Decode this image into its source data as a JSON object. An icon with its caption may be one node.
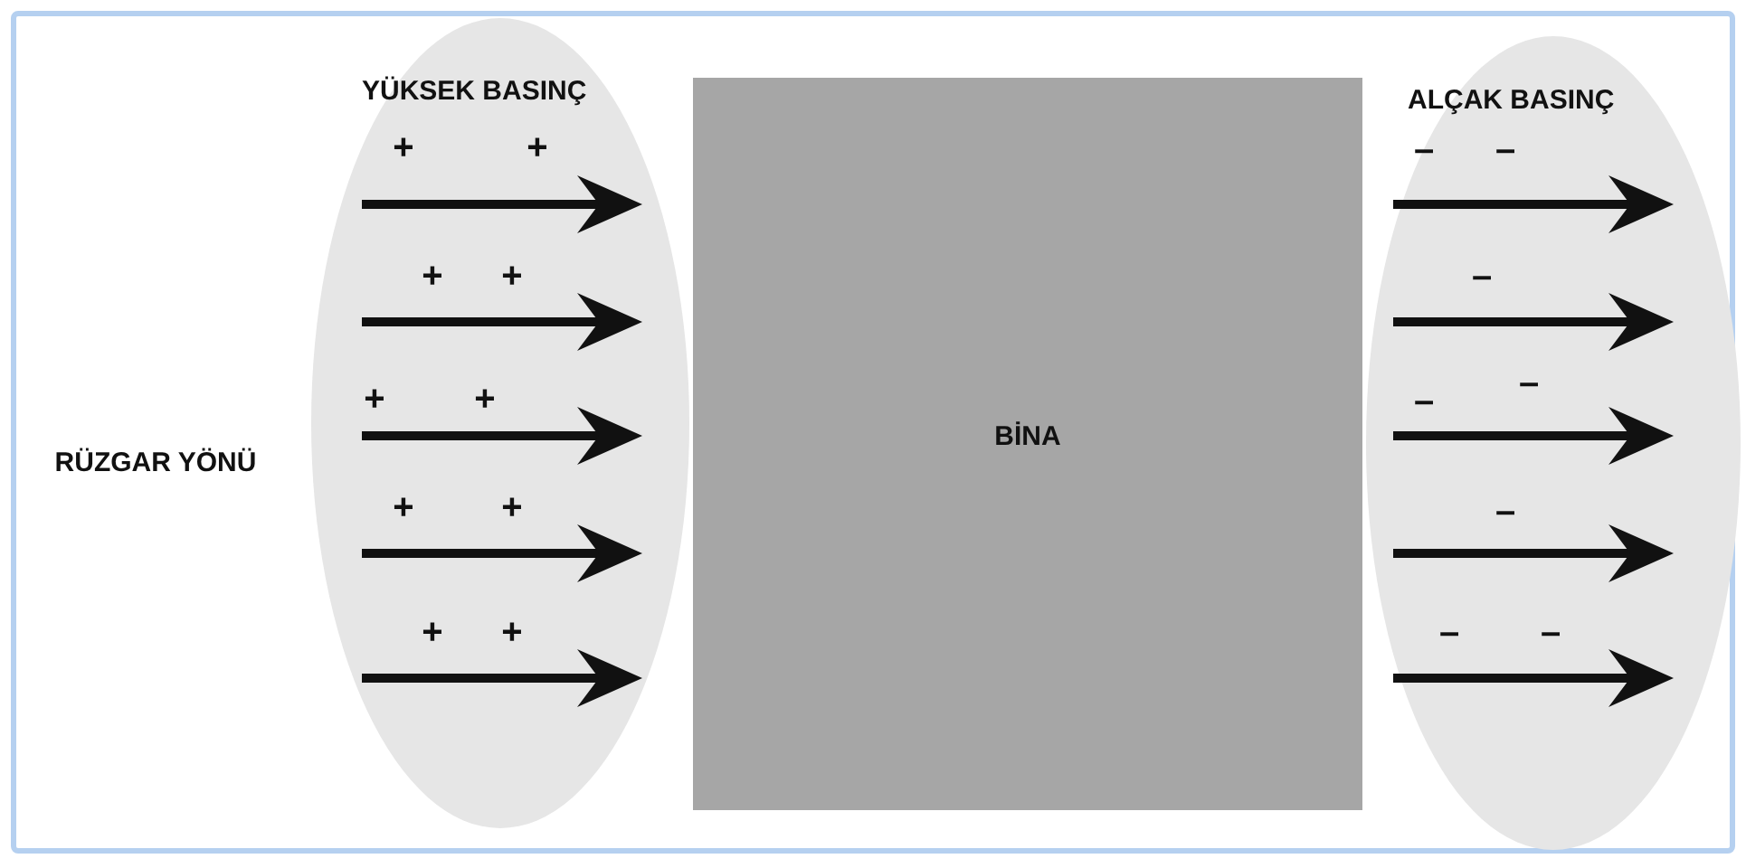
{
  "diagram": {
    "nodes": [
      {
        "text": [
          "YÜKSEK BASINÇ"
        ]
      },
      {
        "text": [
          "BİNA"
        ]
      },
      {
        "text": [
          "ALÇAK BASINÇ"
        ]
      }
    ],
    "labels": [
      "RÜZGAR YÖNÜ",
      "+",
      "+",
      "+",
      "+",
      "+",
      "+",
      "+",
      "+",
      "+",
      "+",
      "–",
      "–",
      "–",
      "–",
      "–",
      "–",
      "–",
      "–"
    ]
  }
}
